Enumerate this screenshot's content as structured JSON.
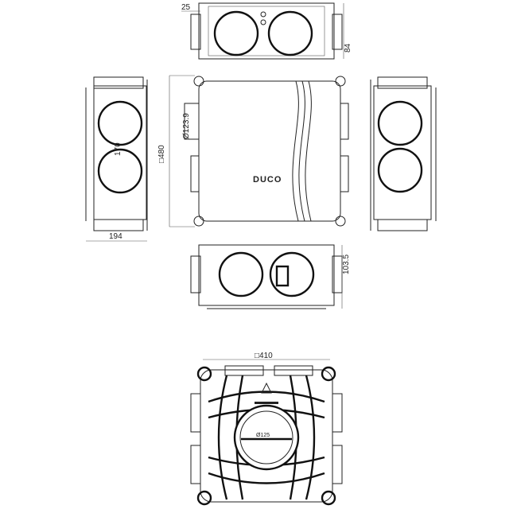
{
  "dimensions": {
    "top_offset": "25",
    "top_height": "84",
    "diameter_duct": "Ø123.9",
    "overall_square": "480",
    "duct_spacing": "170",
    "side_depth": "194",
    "bottom_height": "103.5",
    "base_square": "410",
    "base_diameter": "Ø125"
  },
  "brand": {
    "logo": "DUCO"
  }
}
